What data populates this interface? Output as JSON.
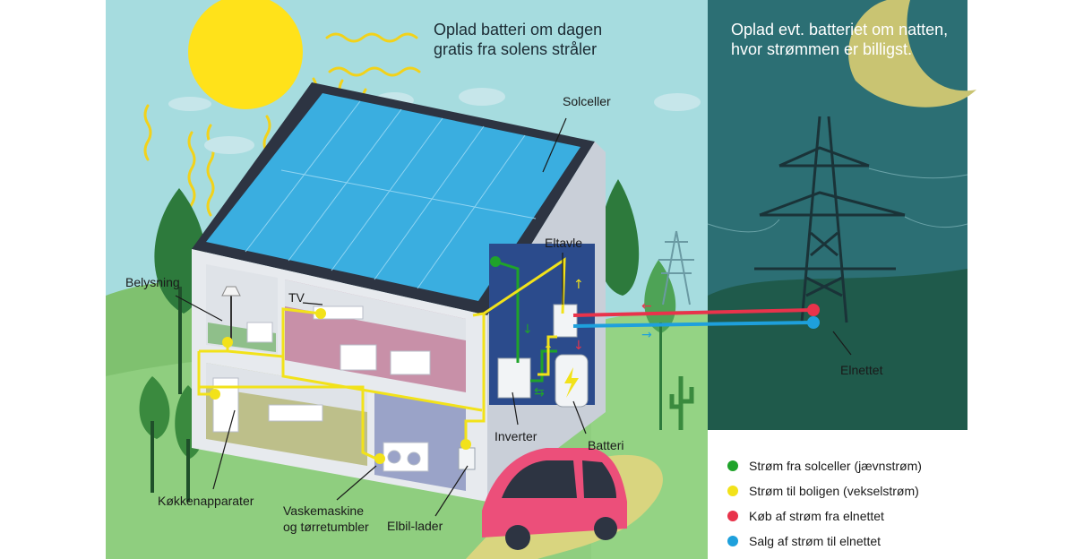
{
  "captions": {
    "day_line1": "Oplad batteri om dagen",
    "day_line2": "gratis fra solens stråler",
    "night_line1": "Oplad evt. batteriet om natten,",
    "night_line2": "hvor strømmen er billigst."
  },
  "labels": {
    "solar_panels": "Solceller",
    "lighting": "Belysning",
    "tv": "TV",
    "panel_board": "Eltavle",
    "kitchen": "Køkkenapparater",
    "washer_line1": "Vaskemaskine",
    "washer_line2": "og tørretumbler",
    "ev_charger": "Elbil-lader",
    "inverter": "Inverter",
    "battery": "Batteri",
    "grid": "Elnettet"
  },
  "arrows": {
    "up": "↑",
    "down": "↓",
    "left": "←",
    "right": "→",
    "both": "⇆"
  },
  "legend": [
    {
      "text": "Strøm fra solceller (jævnstrøm)",
      "color": "#1fa32a"
    },
    {
      "text": "Strøm til boligen (vekselstrøm)",
      "color": "#f2e21a"
    },
    {
      "text": "Køb af strøm fra elnettet",
      "color": "#e8334b"
    },
    {
      "text": "Salg af strøm til elnettet",
      "color": "#1ea0dc"
    }
  ],
  "colors": {
    "sky_day": "#a6dcdf",
    "sky_night": "#2c6f74",
    "sun": "#ffe21a",
    "moon": "#c9c472",
    "grass": "#8fce7f",
    "tree": "#2d7a3c",
    "roof": "#2d3442",
    "solar": "#3aaee0",
    "car": "#ec4f7a",
    "battery_room": "#2b4b8c"
  }
}
